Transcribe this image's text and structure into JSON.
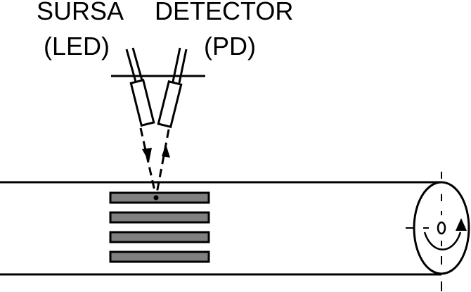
{
  "labels": {
    "source_title": "SURSA",
    "source_sub": "(LED)",
    "detector_title": "DETECTOR",
    "detector_sub": "(PD)"
  },
  "colors": {
    "stroke": "#000000",
    "stripe_fill": "#808080",
    "background": "#ffffff"
  },
  "stripes": {
    "count": 4
  }
}
